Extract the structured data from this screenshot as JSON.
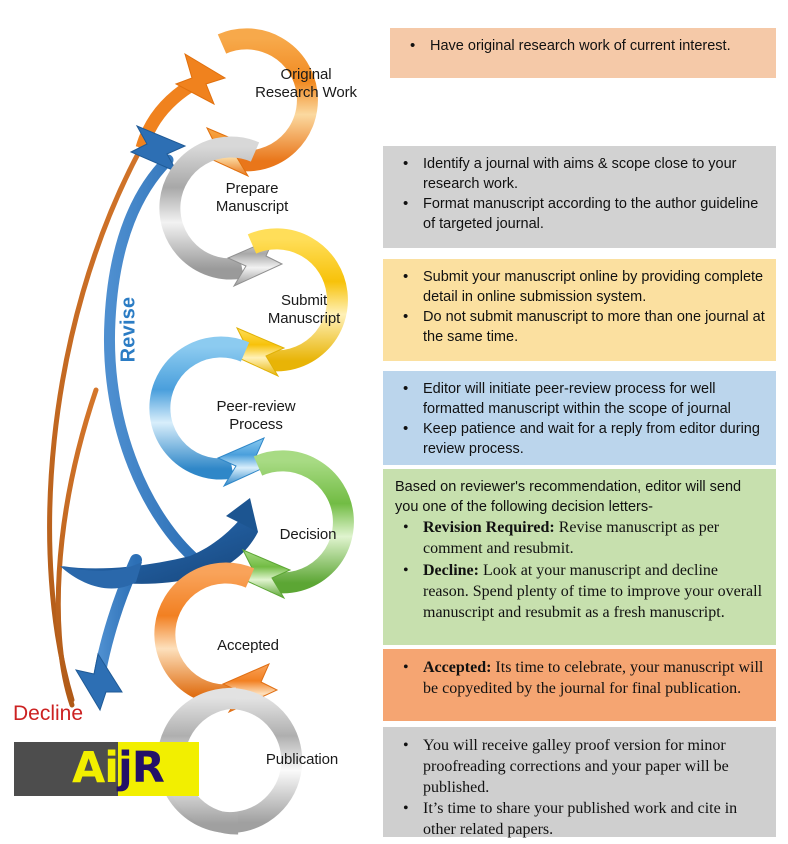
{
  "title": "Journal Publication Process Flowchart",
  "stages": [
    {
      "id": "original-research-work",
      "label": "Original\nResearch Work",
      "color": "#F18A21"
    },
    {
      "id": "prepare-manuscript",
      "label": "Prepare\nManuscript",
      "color": "#B7B7B7"
    },
    {
      "id": "submit-manuscript",
      "label": "Submit\nManuscript",
      "color": "#F7C20A"
    },
    {
      "id": "peer-review-process",
      "label": "Peer-review\nProcess",
      "color": "#4A9FDC"
    },
    {
      "id": "decision",
      "label": "Decision",
      "color": "#72BC44"
    },
    {
      "id": "accepted",
      "label": "Accepted",
      "color": "#F28022"
    },
    {
      "id": "publication",
      "label": "Publication",
      "color": "#BBBBBB"
    }
  ],
  "flow_labels": {
    "revise": "Revise",
    "revise_color": "#2b7cc4",
    "decline": "Decline",
    "decline_color": "#cc2222"
  },
  "logo": {
    "left_text": "Ai",
    "right_text": "jR",
    "left_bg": "#4d4d4d",
    "right_bg": "#f2ef00",
    "left_fg": "#f2ef00",
    "right_fg": "#231168"
  },
  "boxes": [
    {
      "id": "box-original-research-work",
      "bg": "#F5C9A8",
      "bullets": [
        {
          "text": "Have original research work of current interest."
        }
      ]
    },
    {
      "id": "box-prepare-manuscript",
      "bg": "#D2D2D2",
      "bullets": [
        {
          "text": "Identify a journal with aims & scope close to your research work."
        },
        {
          "text": "Format manuscript according to the author guideline of targeted journal."
        }
      ]
    },
    {
      "id": "box-submit-manuscript",
      "bg": "#FBE0A0",
      "bullets": [
        {
          "text": "Submit your manuscript online by providing complete detail in online submission system."
        },
        {
          "text": "Do not submit manuscript to more than one journal at the same time."
        }
      ]
    },
    {
      "id": "box-peer-review-process",
      "bg": "#BBD5EC",
      "bullets": [
        {
          "text": "Editor will initiate peer-review process for well formatted manuscript within the scope of journal"
        },
        {
          "text": "Keep patience and wait for a reply from editor during review process."
        }
      ]
    },
    {
      "id": "box-decision",
      "bg": "#C7E0AE",
      "lead": "Based on reviewer's recommendation, editor will send you one of the following decision letters-",
      "bullets": [
        {
          "lead_bold": "Revision Required:",
          "text": " Revise manuscript as per comment and resubmit."
        },
        {
          "lead_bold": "Decline:",
          "text": " Look at your manuscript and decline reason. Spend plenty of time to improve your overall manuscript and resubmit as a fresh manuscript."
        }
      ]
    },
    {
      "id": "box-accepted",
      "bg": "#F5A572",
      "bullets": [
        {
          "lead_bold": "Accepted:",
          "text": " Its time to celebrate, your manuscript will be copyedited by the journal for final publication."
        }
      ]
    },
    {
      "id": "box-publication",
      "bg": "#CFCFCF",
      "bullets": [
        {
          "text": "You will receive galley proof version for minor proofreading corrections and your paper will be published."
        },
        {
          "text": "It’s time to share your published work and cite in other related papers."
        }
      ]
    }
  ]
}
